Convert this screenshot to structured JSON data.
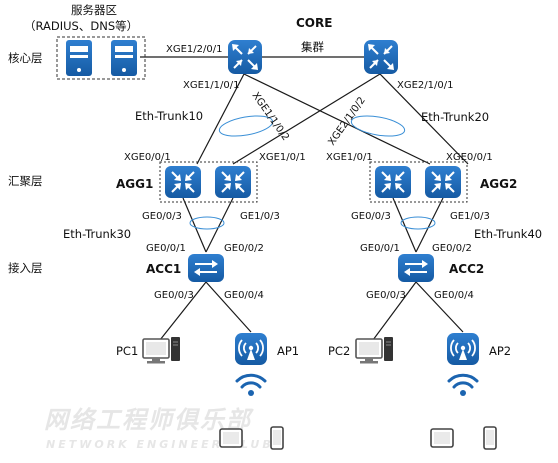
{
  "tiers": {
    "core": "核心层",
    "aggregation": "汇聚层",
    "access": "接入层"
  },
  "servers": {
    "title": "服务器区",
    "subtitle": "（RADIUS、DNS等）"
  },
  "core": {
    "title": "CORE",
    "cluster": "集群"
  },
  "agg": {
    "left": "AGG1",
    "right": "AGG2"
  },
  "acc": {
    "left": "ACC1",
    "right": "ACC2"
  },
  "trunks": {
    "t10": "Eth-Trunk10",
    "t20": "Eth-Trunk20",
    "t30": "Eth-Trunk30",
    "t40": "Eth-Trunk40"
  },
  "ports": {
    "srv": "XGE1/2/0/1",
    "c1a": "XGE1/1/0/1",
    "c1b": "XGE1/1/0/2",
    "c2a": "XGE2/1/0/2",
    "c2b": "XGE2/1/0/1",
    "agg1a": "XGE0/0/1",
    "agg1b": "XGE1/0/1",
    "agg2a": "XGE1/0/1",
    "agg2b": "XGE0/0/1",
    "agg1d1": "GE0/0/3",
    "agg1d2": "GE1/0/3",
    "agg2d1": "GE0/0/3",
    "agg2d2": "GE1/0/3",
    "acc1u1": "GE0/0/1",
    "acc1u2": "GE0/0/2",
    "acc2u1": "GE0/0/1",
    "acc2u2": "GE0/0/2",
    "acc1d1": "GE0/0/3",
    "acc1d2": "GE0/0/4",
    "acc2d1": "GE0/0/3",
    "acc2d2": "GE0/0/4"
  },
  "endpoints": {
    "pc1": "PC1",
    "ap1": "AP1",
    "pc2": "PC2",
    "ap2": "AP2"
  },
  "watermark": {
    "cn": "网络工程师俱乐部",
    "en": "NETWORK ENGINEER CLUB"
  },
  "colors": {
    "device": "#1b64b0",
    "line": "#1a1a1a",
    "ring": "#3a8fd6"
  }
}
